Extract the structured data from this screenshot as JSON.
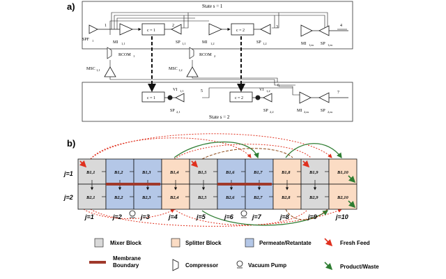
{
  "panel_a": {
    "label": "a)",
    "state1": "State s = 1",
    "state2": "State s = 2",
    "units": {
      "spf": "SPF",
      "spf_sub": "1",
      "mi11": "MI",
      "mi11_sub": "1,1",
      "sp11": "SP",
      "sp11_sub": "1,1",
      "mi12": "MI",
      "mi12_sub": "1,2",
      "sp12": "SP",
      "sp12_sub": "1,2",
      "mi1n": "MI",
      "mi1n_sub": "1,m",
      "sp1n": "SP",
      "sp1n_sub": "1,m",
      "rcom1": "RCOM",
      "rcom1_sub": "1",
      "rcom2": "RCOM",
      "rcom2_sub": "2",
      "msc11": "MSC",
      "msc11_sub": "1,1",
      "msc12": "MSC",
      "msc12_sub": "1,2",
      "vi1": "VI",
      "vi1_sub": "1,1",
      "vi2": "VI",
      "vi2_sub": "1,2",
      "sp21": "SP",
      "sp21_sub": "2,1",
      "sp22": "SP",
      "sp22_sub": "2,2",
      "mi2n": "MI",
      "mi2n_sub": "2,m",
      "sp2n": "SP",
      "sp2n_sub": "2,m",
      "c1_top": "c = 1",
      "c2_top": "c = 2",
      "c1_bot": "c = 1",
      "c2_bot": "c = 2"
    },
    "stream_numbers": [
      "1",
      "2",
      "3",
      "4",
      "5",
      "6",
      "7"
    ]
  },
  "panel_b": {
    "label": "b)",
    "row_labels": [
      "j=1",
      "j=2"
    ],
    "blocks_row1": [
      "B1,1",
      "B1,2",
      "B1,3",
      "B1,4",
      "B1,5",
      "B1,6",
      "B1,7",
      "B1,8",
      "B1,9",
      "B1,10"
    ],
    "blocks_row2": [
      "B2,1",
      "B2,2",
      "B2,3",
      "B2,4",
      "B2,5",
      "B2,6",
      "B2,7",
      "B2,8",
      "B2,9",
      "B2,10"
    ],
    "col_labels": [
      "j=1",
      "j=2",
      "j=3",
      "j=4",
      "j=5",
      "j=6",
      "j=7",
      "j=8",
      "j=9",
      "j=10"
    ],
    "colors": {
      "mixer": "#d9d9d9",
      "splitter": "#fbdcc4",
      "permeate": "#b4c7e7",
      "membrane": "#a0392b",
      "fresh_feed": "#e0301e",
      "product": "#2e7d32"
    }
  },
  "legend": {
    "mixer": "Mixer Block",
    "splitter": "Splitter Block",
    "permeate": "Permeate/Retantate",
    "fresh_feed": "Fresh Feed",
    "membrane_line1": "Membrane",
    "membrane_line2": "Boundary",
    "compressor": "Compressor",
    "vacuum_pump": "Vacuum Pump",
    "product": "Product/Waste"
  }
}
